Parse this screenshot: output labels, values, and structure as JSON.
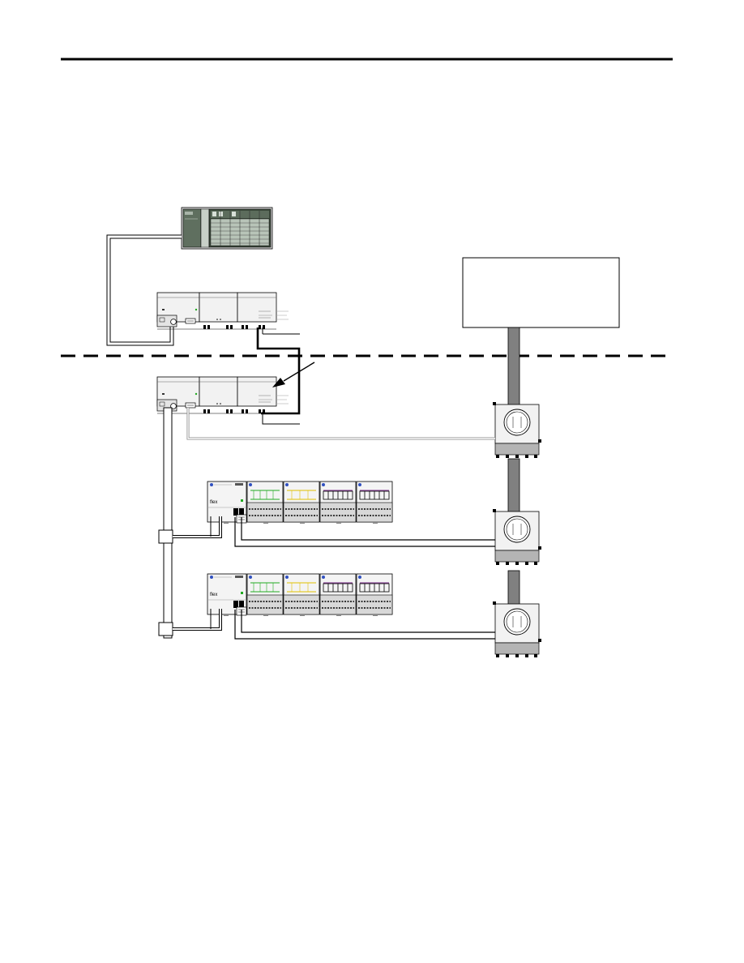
{
  "diagram": {
    "components": {
      "plc_chassis": {
        "icon": "plc-chassis-icon",
        "count": 1
      },
      "flex_adapter_assemblies": {
        "icon": "flex-ex-adapter-icon",
        "count": 2
      },
      "flex_io_racks": {
        "icon": "flex-io-module-icon",
        "count": 2,
        "modules_per_rack": 4
      },
      "trunk_junction_boxes": {
        "icon": "fieldbus-junction-box-icon",
        "count": 3
      },
      "cable_splice_boxes": {
        "icon": "splice-box-icon",
        "count": 2
      },
      "unlabeled_box": {
        "icon": "empty-box-icon",
        "count": 1
      }
    },
    "separator": {
      "style": "dashed"
    },
    "colors": {
      "line": "#000000",
      "trunk": "#808080",
      "module_green": "#22aa22",
      "module_yellow": "#e0c000",
      "module_purple": "#7a2a8a",
      "status_blue": "#3050c0",
      "housing": "#f2f2f2"
    }
  }
}
